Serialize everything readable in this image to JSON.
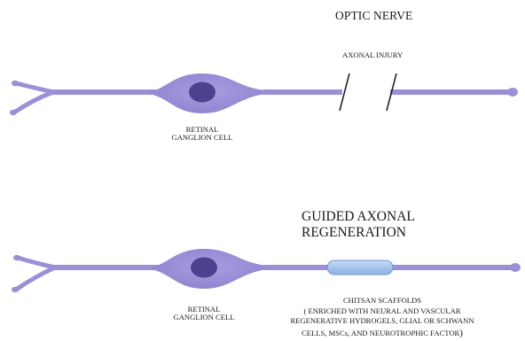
{
  "top_panel": {
    "title": "OPTIC NERVE",
    "injury_label": "AXONAL INJURY",
    "cell_label_line1": "RETINAL",
    "cell_label_line2": "GANGLION CELL"
  },
  "bottom_panel": {
    "title_line1": "GUIDED AXONAL",
    "title_line2": "REGENERATION",
    "cell_label_line1": "RETINAL",
    "cell_label_line2": "GANGLION CELL",
    "scaffold_title": "CHITSAN SCAFFOLDS",
    "scaffold_line1": "( ENRICHED WITH NEURAL AND  VASCULAR",
    "scaffold_line2": "REGENERATIVE  HYDROGELS, GLIAL OR SCHWANN",
    "scaffold_line3": "CELLS, MSCs, AND NEUROTROPHIC FACTOR",
    "scaffold_close_paren": ")"
  },
  "colors": {
    "neuron_body": "#9b8fd6",
    "neuron_outline": "#8a7cc9",
    "nucleus": "#4f3f8f",
    "scaffold_fill": "#a9c8ee",
    "scaffold_stroke": "#6f97cf",
    "break_mark": "#1a1a1a"
  }
}
